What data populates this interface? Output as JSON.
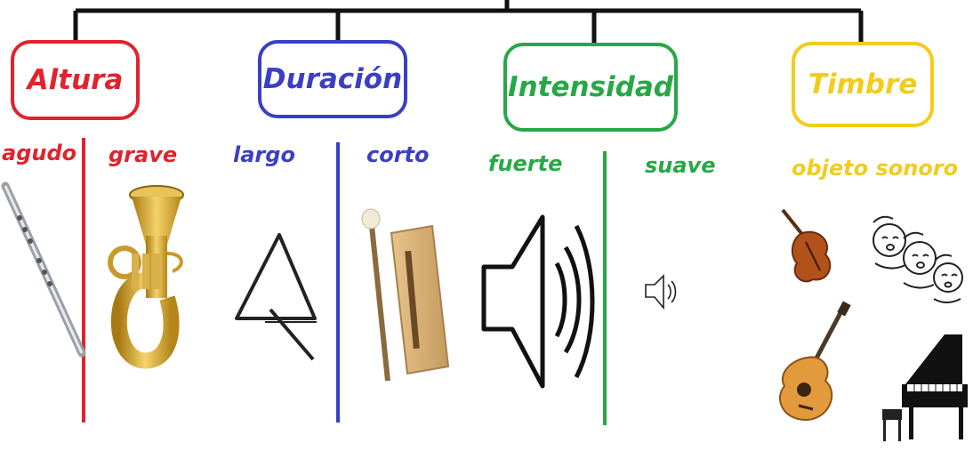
{
  "colors": {
    "altura": "#e0232c",
    "duracion": "#3a3fc4",
    "intensidad": "#27a846",
    "timbre": "#f2cc1c",
    "tree": "#111111"
  },
  "categories": [
    {
      "title": "Altura",
      "left_label": "agudo",
      "right_label": "grave"
    },
    {
      "title": "Duración",
      "left_label": "largo",
      "right_label": "corto"
    },
    {
      "title": "Intensidad",
      "left_label": "fuerte",
      "right_label": "suave"
    },
    {
      "title": "Timbre",
      "label": "objeto sonoro"
    }
  ],
  "icons": [
    "flute-icon",
    "tuba-icon",
    "triangle-icon",
    "woodblock-icon",
    "loud-speaker-icon",
    "quiet-speaker-icon",
    "violin-icon",
    "singers-icon",
    "guitar-icon",
    "piano-icon"
  ]
}
